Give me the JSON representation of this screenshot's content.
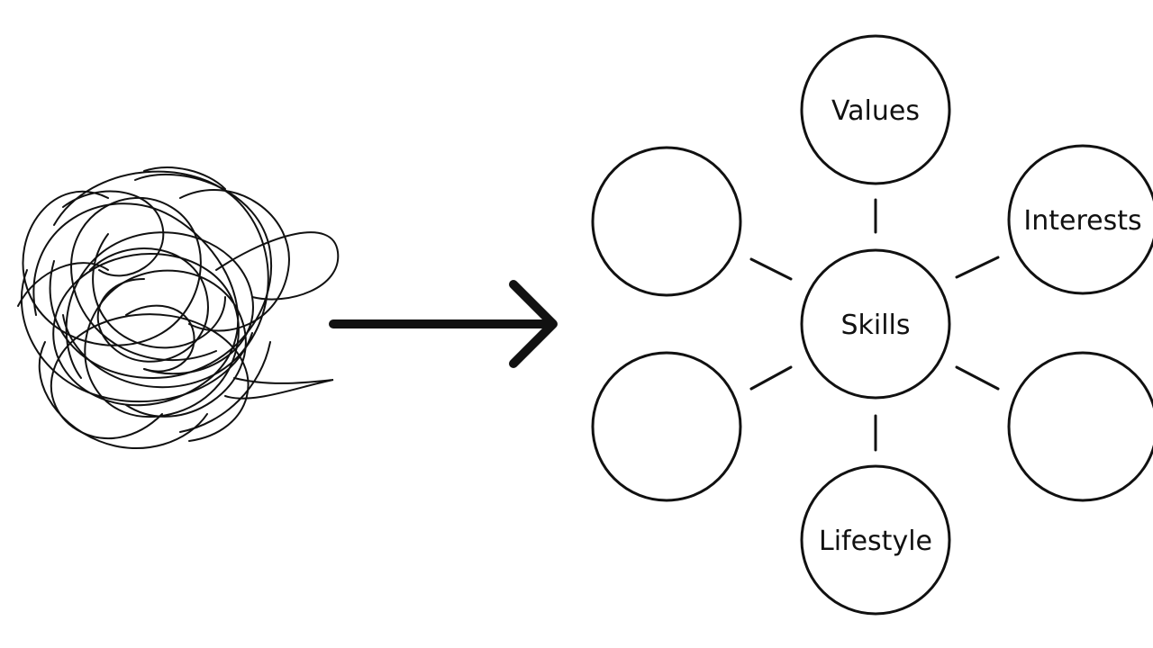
{
  "diagram": {
    "stroke_color": "#111111",
    "background_color": "#ffffff",
    "tangle": {
      "icon": "tangled-scribble-icon"
    },
    "arrow": {
      "icon": "right-arrow-icon"
    },
    "hub": {
      "label": "Skills"
    },
    "nodes": [
      {
        "id": "values",
        "label": "Values"
      },
      {
        "id": "interests",
        "label": "Interests"
      },
      {
        "id": "right-blank",
        "label": ""
      },
      {
        "id": "lifestyle",
        "label": "Lifestyle"
      },
      {
        "id": "left-lower-blank",
        "label": ""
      },
      {
        "id": "left-upper-blank",
        "label": ""
      }
    ]
  }
}
